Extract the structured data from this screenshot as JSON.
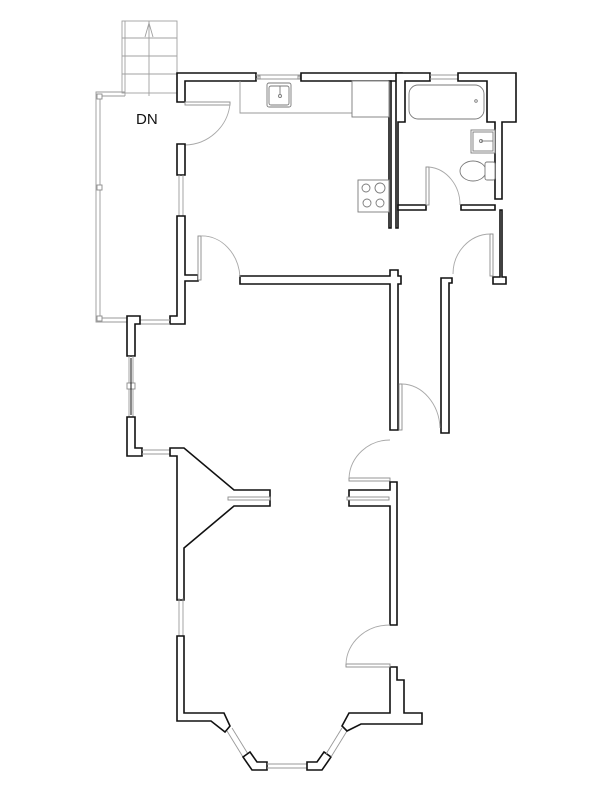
{
  "diagram": {
    "type": "architectural-floor-plan",
    "labels": {
      "stair_direction": "DN"
    },
    "colors": {
      "wall_stroke": "#111111",
      "fixture_stroke": "#7a7a7a",
      "door_swing": "#a8a8a8",
      "background": "#ffffff"
    },
    "rooms": [
      {
        "id": "kitchen",
        "fixtures": [
          "sink",
          "counter",
          "refrigerator-space",
          "cooktop"
        ]
      },
      {
        "id": "bathroom",
        "fixtures": [
          "bathtub",
          "sink",
          "toilet"
        ]
      },
      {
        "id": "hallway"
      },
      {
        "id": "middle-room"
      },
      {
        "id": "front-room-bay-window"
      },
      {
        "id": "back-porch-deck",
        "fixtures": [
          "stairs-down"
        ]
      }
    ],
    "doors": 8,
    "windows": 9
  }
}
